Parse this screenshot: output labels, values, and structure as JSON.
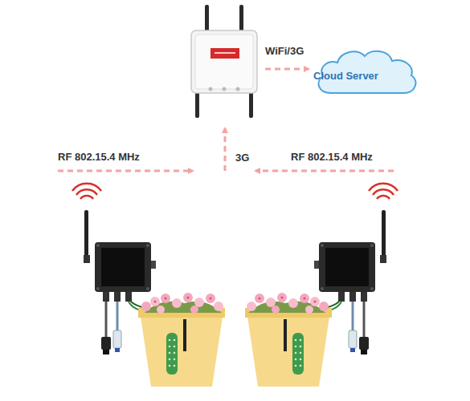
{
  "diagram": {
    "nodes": [
      {
        "text": [
          "Cloud Server"
        ]
      }
    ],
    "labels": [
      "WiFi/3G",
      "RF 802.15.4 MHz",
      "3G",
      "RF 802.15.4 MHz"
    ]
  }
}
